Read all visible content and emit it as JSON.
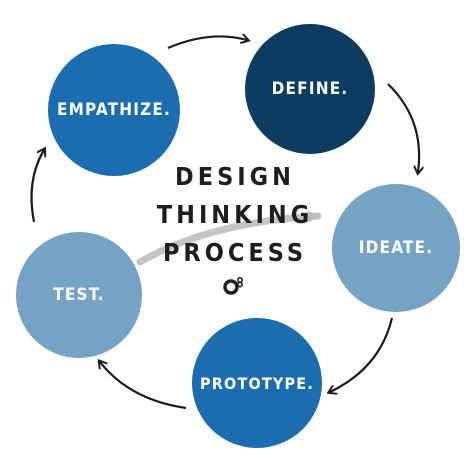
{
  "title": {
    "line1": "DESIGN",
    "line2": "THINKING",
    "line3": "PROCESS"
  },
  "stages": {
    "empathize": {
      "label": "EMPATHIZE.",
      "color": "#1b6db0"
    },
    "define": {
      "label": "DEFINE.",
      "color": "#0c3c62"
    },
    "ideate": {
      "label": "IDEATE.",
      "color": "#75a3c6"
    },
    "prototype": {
      "label": "PROTOTYPE.",
      "color": "#1b6db0"
    },
    "test": {
      "label": "TEST.",
      "color": "#75a3c6"
    }
  },
  "colors": {
    "arrow": "#1a1a1a",
    "swoosh": "#bdbdbd",
    "title": "#1e1e1e"
  },
  "icons": [
    "arrow-icon",
    "swoosh-arrow-icon",
    "logo-icon"
  ]
}
